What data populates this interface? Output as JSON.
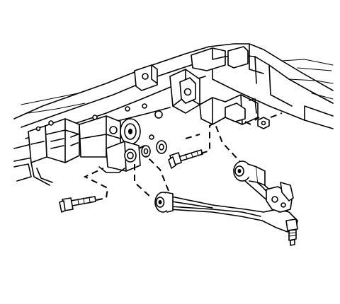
{
  "figure": {
    "parts": [
      {
        "id": "frame",
        "icon": "vehicle-frame"
      },
      {
        "id": "lower-control-arm",
        "icon": "control-arm"
      },
      {
        "id": "front-bushing",
        "icon": "bushing"
      },
      {
        "id": "rear-bushing",
        "icon": "bushing"
      },
      {
        "id": "ball-joint",
        "icon": "ball-joint"
      },
      {
        "id": "front-bolt",
        "icon": "bolt"
      },
      {
        "id": "rear-bolt",
        "icon": "bolt"
      },
      {
        "id": "washer",
        "icon": "washer"
      },
      {
        "id": "cam-washer",
        "icon": "washer"
      },
      {
        "id": "nut",
        "icon": "nut"
      }
    ],
    "colors": {
      "ink": "#000000",
      "paper": "#ffffff"
    }
  }
}
